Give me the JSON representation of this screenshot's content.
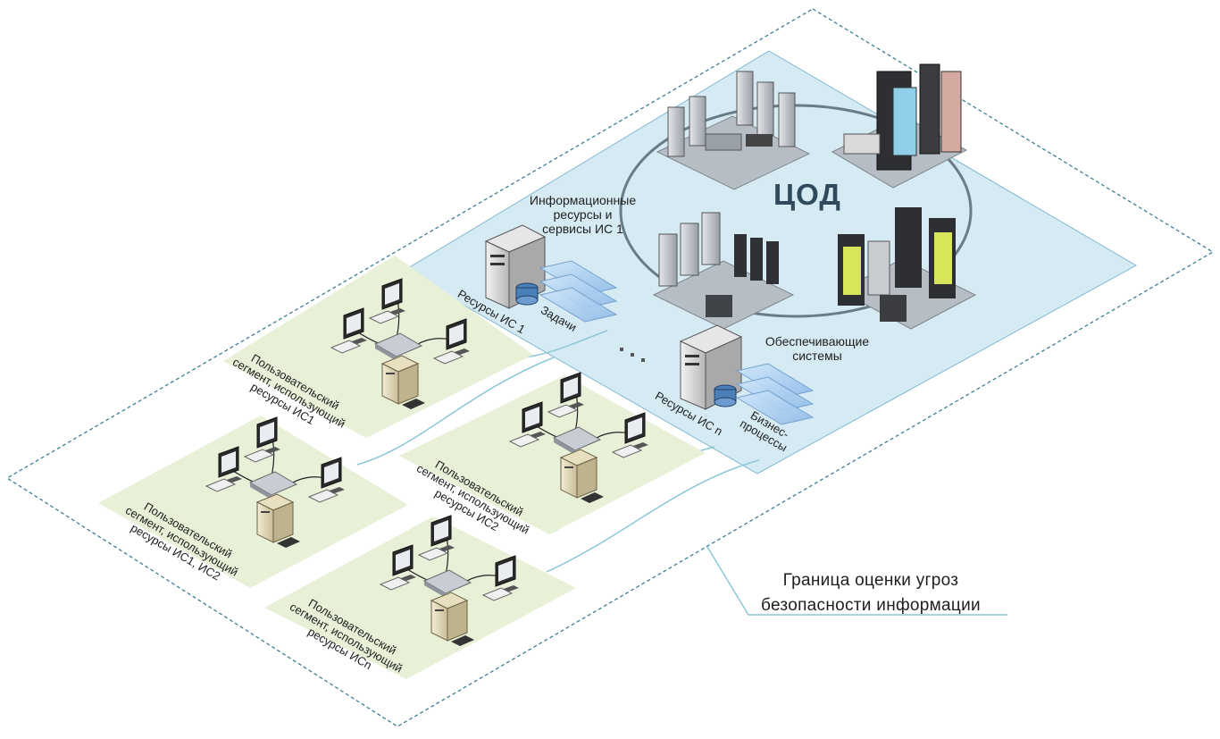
{
  "dc_title": "ЦОД",
  "info_resources_label": [
    "Информационные",
    "ресурсы и",
    "сервисы ИС 1"
  ],
  "support_systems_label": [
    "Обеспечивающие",
    "системы"
  ],
  "resource_is1_label": "Ресурсы ИС 1",
  "resource_isn_label": "Ресурсы ИС n",
  "tasks_label": "Задачи",
  "business_processes_label": [
    "Бизнес-",
    "процессы"
  ],
  "segments": [
    {
      "lines": [
        "Пользовательский",
        "сегмент, использующий",
        "ресурсы ИС1"
      ]
    },
    {
      "lines": [
        "Пользовательский",
        "сегмент, использующий",
        "ресурсы ИС1, ИС2"
      ]
    },
    {
      "lines": [
        "Пользовательский",
        "сегмент, использующий",
        "ресурсы ИС2"
      ]
    },
    {
      "lines": [
        "Пользовательский",
        "сегмент, использующий",
        "ресурсы ИСn"
      ]
    }
  ],
  "boundary_caption": [
    "Граница оценки угроз",
    "безопасности информации"
  ],
  "colors": {
    "dc_zone": "#d5eaf2",
    "dc_zone_border": "#7fbad0",
    "segment_zone": "#e8f0d8",
    "boundary": "#3e7f93",
    "connector": "#8cc7d9"
  }
}
